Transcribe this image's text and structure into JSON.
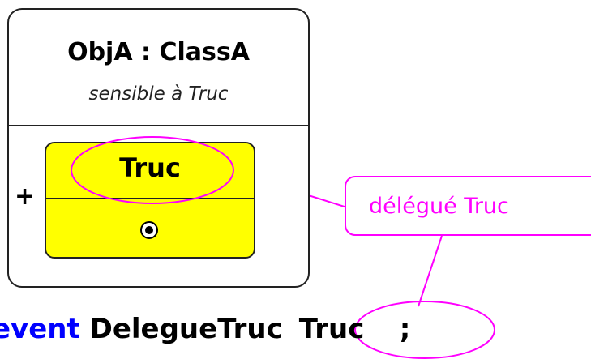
{
  "object": {
    "name": "ObjA : ClassA",
    "note": "sensible à Truc"
  },
  "event_member": {
    "visibility": "+",
    "name": "Truc",
    "marker_icon": "event-bullet-icon"
  },
  "annotation": {
    "label": "délégué Truc"
  },
  "code": {
    "keyword": "event",
    "delegate_type": "DelegueTruc",
    "event_name": "Truc",
    "terminator": ";"
  },
  "colors": {
    "event_fill": "#ffff00",
    "highlight": "#ff00ff",
    "keyword": "#0000ff",
    "outline": "#222222"
  }
}
